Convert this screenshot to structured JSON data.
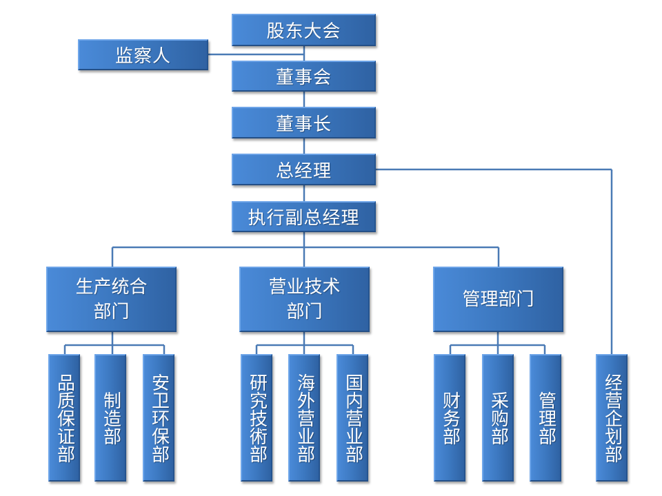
{
  "title": "Organization Chart",
  "colors": {
    "box_fill": "#3c78c0",
    "box_fill_light": "#4a8ad8",
    "box_fill_dark": "#2f62a3",
    "connector": "#4a7ab5",
    "text": "#ffffff"
  },
  "top_chain": {
    "shareholders_meeting": "股东大会",
    "supervisor": "监察人",
    "board_of_directors": "董事会",
    "chairman": "董事长",
    "general_manager": "总经理",
    "executive_vp": "执行副总经理"
  },
  "divisions": [
    {
      "label": "生产统合部门",
      "label_lines": [
        "生产统合",
        "部门"
      ],
      "departments": [
        "品质保证部",
        "制造部",
        "安卫环保部"
      ]
    },
    {
      "label": "营业技术部门",
      "label_lines": [
        "营业技术",
        "部门"
      ],
      "departments": [
        "研究技術部",
        "海外营业部",
        "国内营业部"
      ]
    },
    {
      "label": "管理部门",
      "label_lines": [
        "管理部门"
      ],
      "departments": [
        "财务部",
        "采购部",
        "管理部"
      ]
    }
  ],
  "direct_report": {
    "label": "经营企划部",
    "reports_to": "总经理"
  }
}
